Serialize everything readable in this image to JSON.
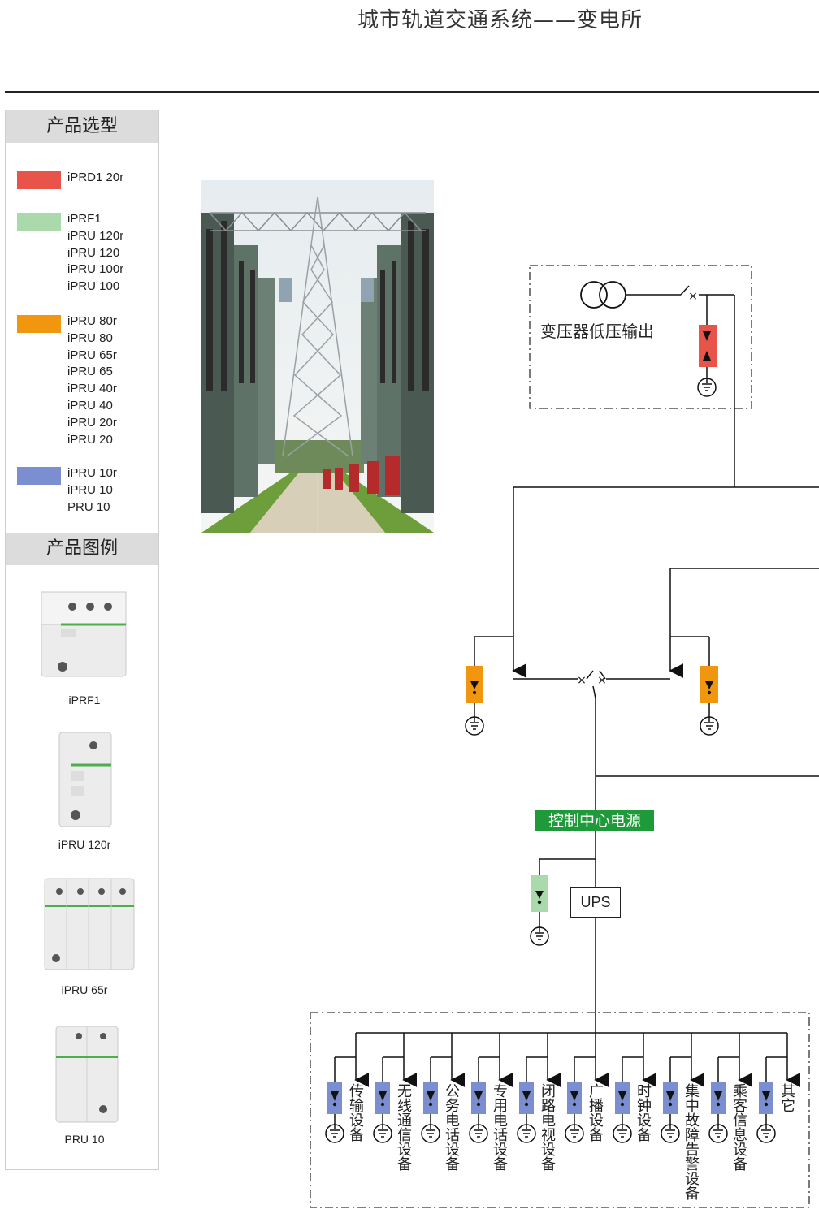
{
  "header": {
    "title": "城市轨道交通系统——变电所"
  },
  "sidebar": {
    "selection_title": "产品选型",
    "legend_title": "产品图例",
    "groups": [
      {
        "color": "#e8544a",
        "items": [
          "iPRD1 20r"
        ]
      },
      {
        "color": "#aad9ac",
        "items": [
          "iPRF1",
          "iPRU 120r",
          "iPRU 120",
          "iPRU 100r",
          "iPRU 100"
        ]
      },
      {
        "color": "#f0960f",
        "items": [
          "iPRU 80r",
          "iPRU 80",
          "iPRU 65r",
          "iPRU 65",
          "iPRU 40r",
          "iPRU 40",
          "iPRU 20r",
          "iPRU 20"
        ]
      },
      {
        "color": "#7b8fd0",
        "items": [
          "iPRU 10r",
          "iPRU 10",
          "PRU 10"
        ]
      }
    ],
    "products": [
      {
        "caption": "iPRF1"
      },
      {
        "caption": "iPRU 120r"
      },
      {
        "caption": "iPRU 65r"
      },
      {
        "caption": "PRU 10"
      }
    ]
  },
  "diagram": {
    "transformer_label": "变压器低压输出",
    "control_center_label": "控制中心电源",
    "ups_label": "UPS",
    "equipment": [
      "传输设备",
      "无线通信设备",
      "公务电话设备",
      "专用电话设备",
      "闭路电视设备",
      "广播设备",
      "时钟设备",
      "集中故障告警设备",
      "乘客信息设备",
      "其它"
    ]
  },
  "colors": {
    "red": "#e8544a",
    "green": "#aad9ac",
    "orange": "#f0960f",
    "blue": "#7b8fd0",
    "control_green": "#1f9a3a"
  }
}
